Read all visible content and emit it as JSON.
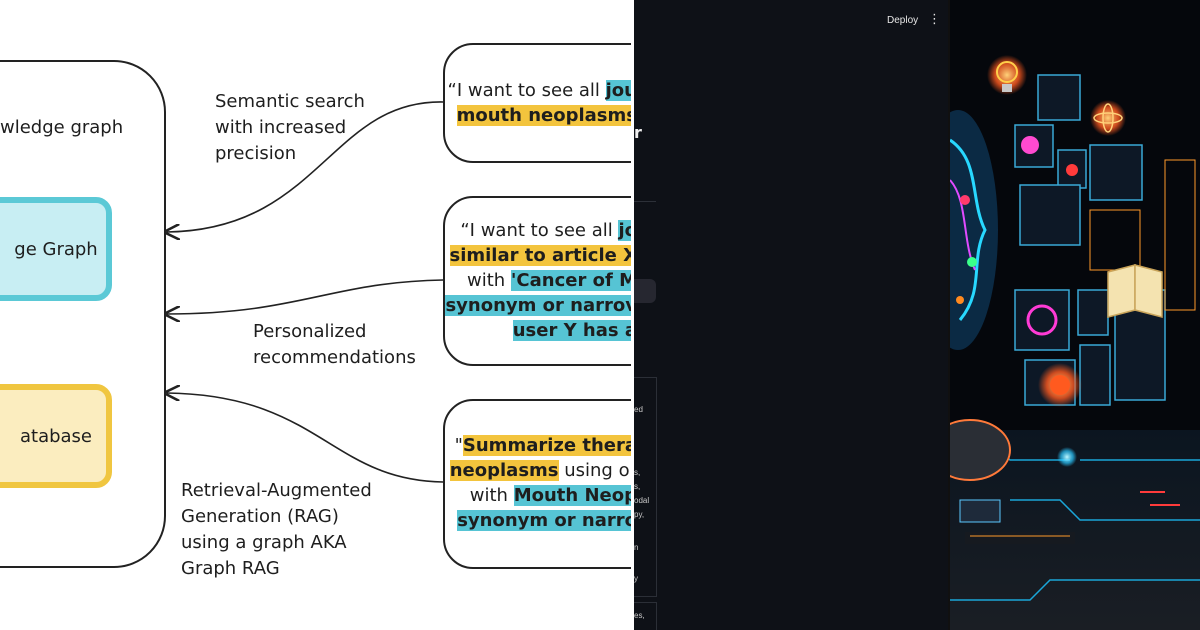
{
  "diagram": {
    "left_label_partial": "wledge graph",
    "knowledge_graph_box": "ge Graph",
    "database_box": "atabase",
    "edge_labels": {
      "semantic": [
        "Semantic search",
        "with increased",
        "precision"
      ],
      "personalized": [
        "Personalized",
        "recommendations"
      ],
      "rag": [
        "Retrieval-Augmented",
        "Generation (RAG)",
        "using a graph AKA",
        "Graph RAG"
      ]
    },
    "query1": {
      "line1_plain": "“I want to see all ",
      "line1_hl": "jou",
      "line2_hl": "mouth neoplasms"
    },
    "query2": {
      "line1_plain": "“I want to see all ",
      "line1_hl": "jo",
      "line2_hl": "similar to article X",
      "line3_plain": "with ",
      "line3_hl": "'Cancer of M",
      "line4_hl": "synonym or narrov",
      "line5_hl": "user Y has a"
    },
    "query3": {
      "line1_plain": "\"",
      "line1_hl": "Summarize thera",
      "line2_hl": "neoplasms",
      "line2_plain": " using or",
      "line3_plain": "with ",
      "line3_hl": "Mouth Neop",
      "line4_hl": "synonym or narro"
    },
    "colors": {
      "yellow": "#f3c43d",
      "blue": "#56c4d4",
      "kg_fill": "#c8eef3",
      "db_fill": "#fbedbf"
    }
  },
  "app": {
    "deploy_label": "Deploy",
    "menu_icon": "⋮",
    "heading_partial": "r",
    "sidebar_fragments": [
      "ed",
      "s,",
      "s,",
      "odal",
      "py,",
      "n",
      "y",
      "es,"
    ],
    "background": "#0e1117"
  },
  "art": {
    "description_icons": [
      "lightbulb-icon",
      "atom-icon",
      "book-icon",
      "brain-icon"
    ]
  }
}
